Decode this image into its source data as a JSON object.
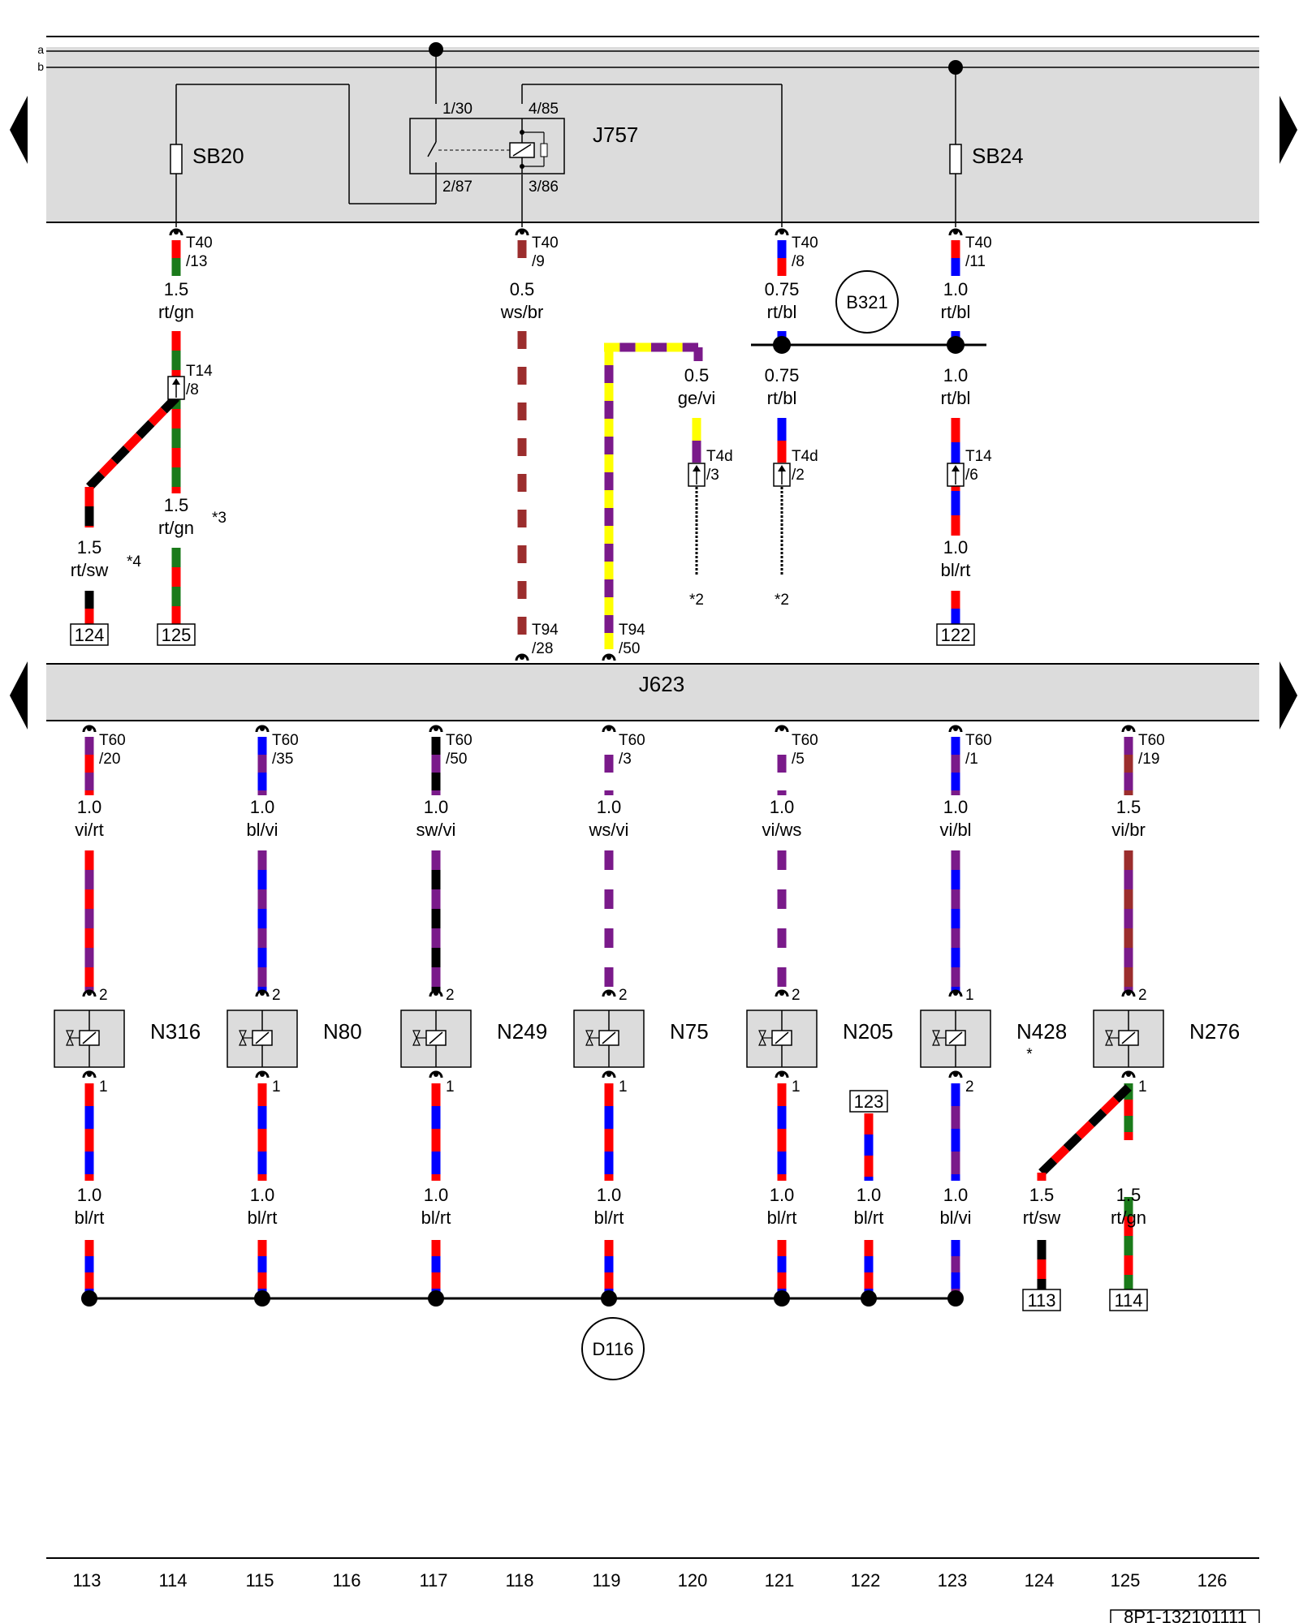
{
  "colors": {
    "rt": "#ff0000",
    "gn": "#1a7a1a",
    "sw": "#000000",
    "ws": "#ffffff",
    "br": "#9b2d2d",
    "bl": "#0000ff",
    "vi": "#7a1a8a",
    "ge": "#ffff00",
    "panel": "#dcdcdc"
  },
  "bus": {
    "a": "a",
    "b": "b"
  },
  "components": {
    "SB20": "SB20",
    "SB24": "SB24",
    "J757": "J757",
    "J623": "J623",
    "B321": "B321",
    "D116": "D116"
  },
  "relay_pins": [
    "1/30",
    "4/85",
    "2/87",
    "3/86"
  ],
  "top_connectors": [
    {
      "c": "T40",
      "p": "/13"
    },
    {
      "c": "T40",
      "p": "/9"
    },
    {
      "c": "T40",
      "p": "/8"
    },
    {
      "c": "T40",
      "p": "/11"
    }
  ],
  "upper_wires": [
    {
      "size": "1.5",
      "color": "rt/gn"
    },
    {
      "size": "0.5",
      "color": "ws/br"
    },
    {
      "size": "0.75",
      "color": "rt/bl"
    },
    {
      "size": "1.0",
      "color": "rt/bl"
    },
    {
      "size": "0.5",
      "color": "ge/vi"
    },
    {
      "size": "0.75",
      "color": "rt/bl"
    },
    {
      "size": "1.0",
      "color": "rt/bl"
    },
    {
      "size": "1.5",
      "color": "rt/gn"
    },
    {
      "size": "1.5",
      "color": "rt/sw"
    },
    {
      "size": "1.0",
      "color": "bl/rt"
    }
  ],
  "mid_connectors": [
    {
      "c": "T14",
      "p": "/8"
    },
    {
      "c": "T4d",
      "p": "/3"
    },
    {
      "c": "T4d",
      "p": "/2"
    },
    {
      "c": "T14",
      "p": "/6"
    },
    {
      "c": "T94",
      "p": "/28"
    },
    {
      "c": "T94",
      "p": "/50"
    }
  ],
  "notes": [
    "*3",
    "*4",
    "*2",
    "*2"
  ],
  "refs_upper": [
    "124",
    "125",
    "122"
  ],
  "valves": [
    {
      "name": "N316",
      "conn": "T60",
      "pin": "/20",
      "size": "1.0",
      "color": "vi/rt",
      "top": "2",
      "bot": "1",
      "lsize": "1.0",
      "lcolor": "bl/rt"
    },
    {
      "name": "N80",
      "conn": "T60",
      "pin": "/35",
      "size": "1.0",
      "color": "bl/vi",
      "top": "2",
      "bot": "1",
      "lsize": "1.0",
      "lcolor": "bl/rt"
    },
    {
      "name": "N249",
      "conn": "T60",
      "pin": "/50",
      "size": "1.0",
      "color": "sw/vi",
      "top": "2",
      "bot": "1",
      "lsize": "1.0",
      "lcolor": "bl/rt"
    },
    {
      "name": "N75",
      "conn": "T60",
      "pin": "/3",
      "size": "1.0",
      "color": "ws/vi",
      "top": "2",
      "bot": "1",
      "lsize": "1.0",
      "lcolor": "bl/rt"
    },
    {
      "name": "N205",
      "conn": "T60",
      "pin": "/5",
      "size": "1.0",
      "color": "vi/ws",
      "top": "2",
      "bot": "1",
      "lsize": "1.0",
      "lcolor": "bl/rt"
    },
    {
      "name": "N428",
      "conn": "T60",
      "pin": "/1",
      "size": "1.0",
      "color": "vi/bl",
      "top": "1",
      "bot": "2",
      "lsize": "1.0",
      "lcolor": "bl/vi"
    },
    {
      "name": "N276",
      "conn": "T60",
      "pin": "/19",
      "size": "1.5",
      "color": "vi/br",
      "top": "2",
      "bot": "1",
      "lsize": "1.5",
      "lcolor": "rt/gn"
    }
  ],
  "lower_extra": [
    {
      "size": "1.0",
      "color": "bl/rt"
    },
    {
      "size": "1.5",
      "color": "rt/sw"
    }
  ],
  "n428_note": "*",
  "refs_lower": [
    "123",
    "113",
    "114"
  ],
  "footer_numbers": [
    "113",
    "114",
    "115",
    "116",
    "117",
    "118",
    "119",
    "120",
    "121",
    "122",
    "123",
    "124",
    "125",
    "126"
  ],
  "doc_id": "8P1-132101111"
}
